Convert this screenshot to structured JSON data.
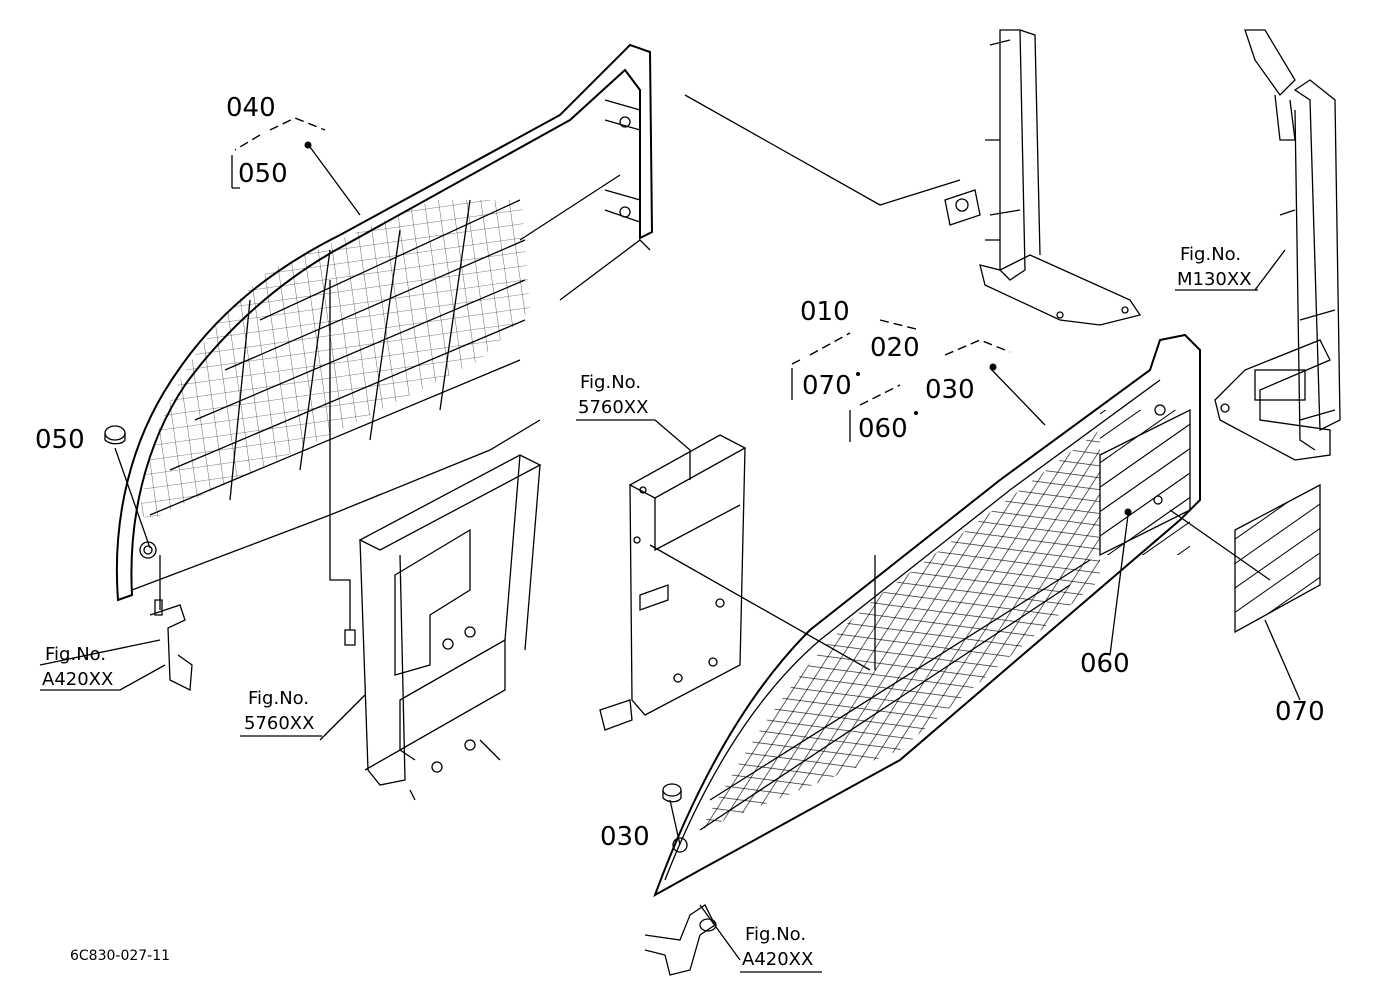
{
  "diagram": {
    "drawing_code": "6C830-027-11",
    "part_labels": {
      "p040": "040",
      "p050_top": "050",
      "p050_left": "050",
      "p010": "010",
      "p020": "020",
      "p070_group": "070",
      "p030_group": "030",
      "p060_group": "060",
      "p060": "060",
      "p070": "070",
      "p030": "030"
    },
    "fig_refs": {
      "m130": {
        "caption": "Fig.No.",
        "number": "M130XX"
      },
      "s5760_center": {
        "caption": "Fig.No.",
        "number": "5760XX"
      },
      "s5760_left": {
        "caption": "Fig.No.",
        "number": "5760XX"
      },
      "a420_left": {
        "caption": "Fig.No.",
        "number": "A420XX"
      },
      "a420_bottom": {
        "caption": "Fig.No.",
        "number": "A420XX"
      }
    }
  }
}
